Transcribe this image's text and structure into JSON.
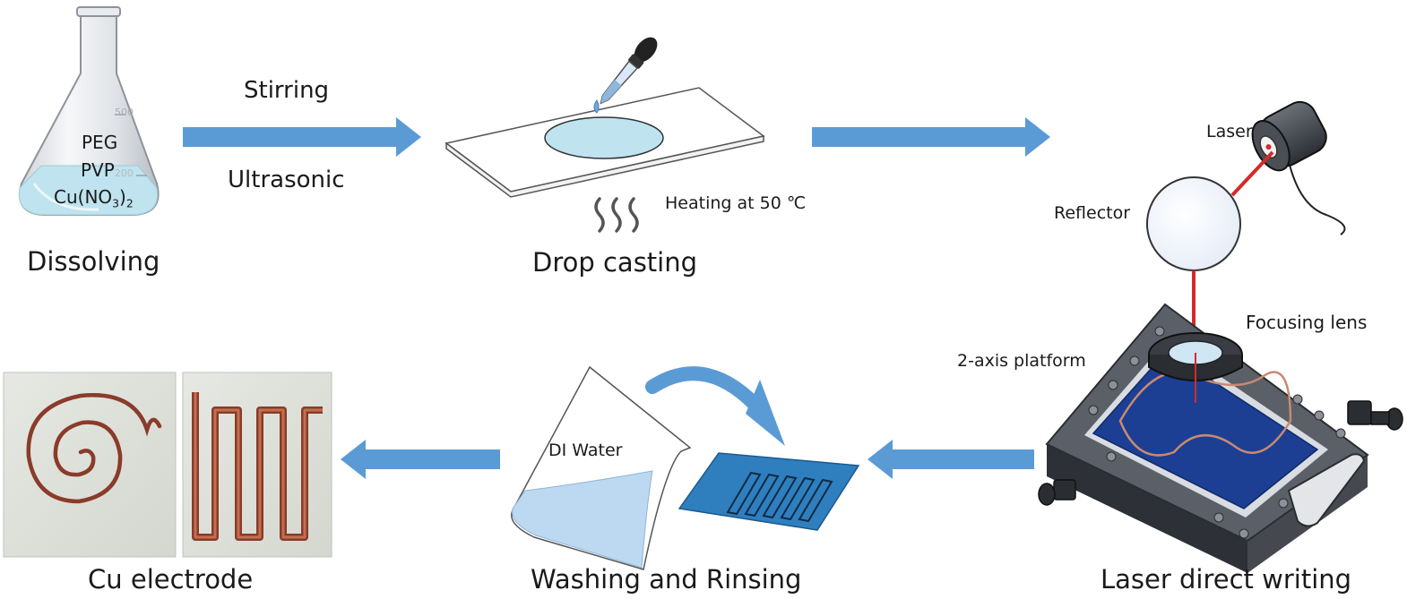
{
  "steps": {
    "dissolving": "Dissolving",
    "drop_casting": "Drop casting",
    "laser_direct_writing": "Laser direct writing",
    "washing_rinsing": "Washing  and Rinsing",
    "cu_electrode": "Cu electrode"
  },
  "flask": {
    "chem1": "PEG",
    "chem2": "PVP",
    "chem3_base": "Cu(NO",
    "chem3_sub1": "3",
    "chem3_close": ")",
    "chem3_sub2": "2",
    "grad_top": "500",
    "grad_mid": "200"
  },
  "arrow1": {
    "top_label": "Stirring",
    "bottom_label": "Ultrasonic"
  },
  "heating_label": "Heating at 50 ℃",
  "laser_setup": {
    "laser": "Laser",
    "reflector": "Reflector",
    "focusing_lens": "Focusing lens",
    "platform": "2-axis platform"
  },
  "washing": {
    "beaker_label": "DI Water"
  },
  "colors": {
    "arrow": "#5b9bd5",
    "laser_beam": "#d42a2a",
    "platform_blue": "#1c3f94",
    "solution": "#bfe3ef",
    "copper": "#8a3b2a"
  }
}
